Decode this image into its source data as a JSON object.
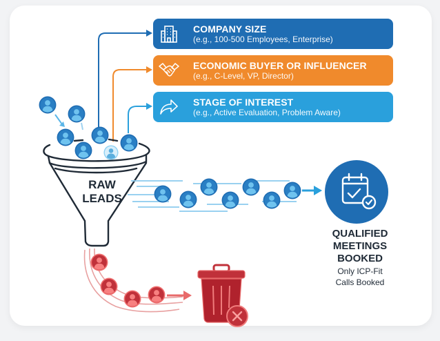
{
  "criteria": [
    {
      "title": "COMPANY SIZE",
      "subtitle": "(e.g., 100-500 Employees, Enterprise)",
      "icon": "building-icon",
      "color": "#1f6db3"
    },
    {
      "title": "ECONOMIC BUYER OR INFLUENCER",
      "subtitle": "(e.g., C-Level, VP, Director)",
      "icon": "handshake-icon",
      "color": "#f08a2c"
    },
    {
      "title": "STAGE OF INTEREST",
      "subtitle": "(e.g., Active Evaluation, Problem Aware)",
      "icon": "share-arrow-icon",
      "color": "#2aa0dc"
    }
  ],
  "funnel": {
    "label_line1": "RAW",
    "label_line2": "LEADS"
  },
  "outcome": {
    "icon": "calendar-check-icon",
    "headline_line1": "QUALIFIED",
    "headline_line2": "MEETINGS",
    "headline_line3": "BOOKED",
    "desc_line1": "Only ICP-Fit",
    "desc_line2": "Calls Booked"
  },
  "discard": {
    "icon": "trash-can-icon",
    "badge_icon": "x-circle-icon",
    "color": "#c0313a"
  },
  "colors": {
    "lead_blue_dark": "#1f6db3",
    "lead_blue_light": "#5bb6e8",
    "rejected_red": "#c0313a",
    "rejected_light": "#f26b6b",
    "ink": "#1f2a36"
  }
}
